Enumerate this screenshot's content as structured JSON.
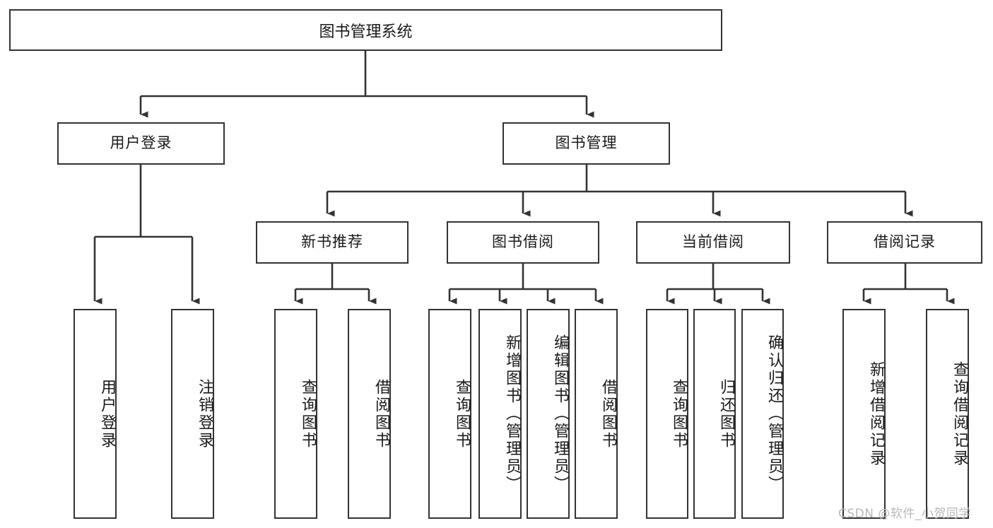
{
  "diagram": {
    "title_node": {
      "label": "图书管理系统"
    },
    "level2": [
      {
        "id": "user-login",
        "label": "用户登录"
      },
      {
        "id": "book-manage",
        "label": "图书管理"
      }
    ],
    "level3": [
      {
        "id": "new-book-recommend",
        "label": "新书推荐"
      },
      {
        "id": "book-borrow",
        "label": "图书借阅"
      },
      {
        "id": "current-borrow",
        "label": "当前借阅"
      },
      {
        "id": "borrow-record",
        "label": "借阅记录"
      }
    ],
    "leaves": {
      "user_login": [
        {
          "id": "leaf-user-login",
          "label": "用户登录"
        },
        {
          "id": "leaf-logout-login",
          "label": "注销登录"
        }
      ],
      "new_book_recommend": [
        {
          "id": "leaf-query-book-1",
          "label": "查询图书"
        },
        {
          "id": "leaf-borrow-book-1",
          "label": "借阅图书"
        }
      ],
      "book_borrow": [
        {
          "id": "leaf-query-book-2",
          "label": "查询图书"
        },
        {
          "id": "leaf-add-book-admin",
          "label": "新增图书（管理员）"
        },
        {
          "id": "leaf-edit-book-admin",
          "label": "编辑图书（管理员）"
        },
        {
          "id": "leaf-borrow-book-2",
          "label": "借阅图书"
        }
      ],
      "current_borrow": [
        {
          "id": "leaf-query-book-3",
          "label": "查询图书"
        },
        {
          "id": "leaf-return-book",
          "label": "归还图书"
        },
        {
          "id": "leaf-confirm-return-admin",
          "label": "确认归还（管理员）"
        }
      ],
      "borrow_record": [
        {
          "id": "leaf-add-borrow-record",
          "label": "新增借阅记录"
        },
        {
          "id": "leaf-query-borrow-record",
          "label": "查询借阅记录"
        }
      ]
    }
  },
  "watermark": {
    "text": "CSDN @软件_小贺同学"
  },
  "colors": {
    "stroke": "#333333",
    "background": "#ffffff",
    "text": "#1a1a1a",
    "watermark": "#b9b9b9"
  }
}
